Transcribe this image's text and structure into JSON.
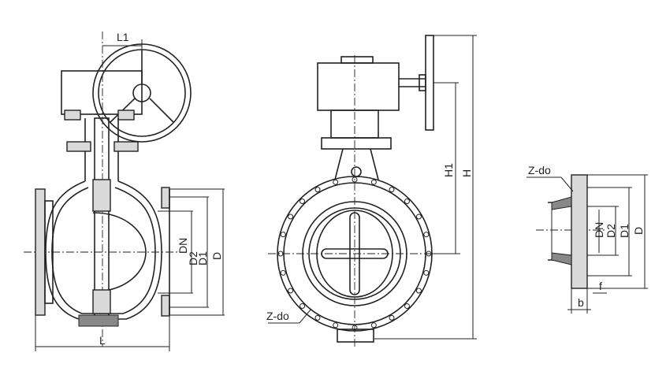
{
  "drawing": {
    "side_view": {
      "l1": "L1",
      "dn": "DN",
      "d2": "D2",
      "d1": "D1",
      "d": "D",
      "l": "L"
    },
    "front_view": {
      "h1": "H1",
      "h": "H",
      "z_do": "Z-do"
    },
    "flange_detail": {
      "z_do": "Z-do",
      "dn": "DN",
      "d2": "D2",
      "d1": "D1",
      "d": "D",
      "b": "b",
      "f": "f"
    }
  }
}
